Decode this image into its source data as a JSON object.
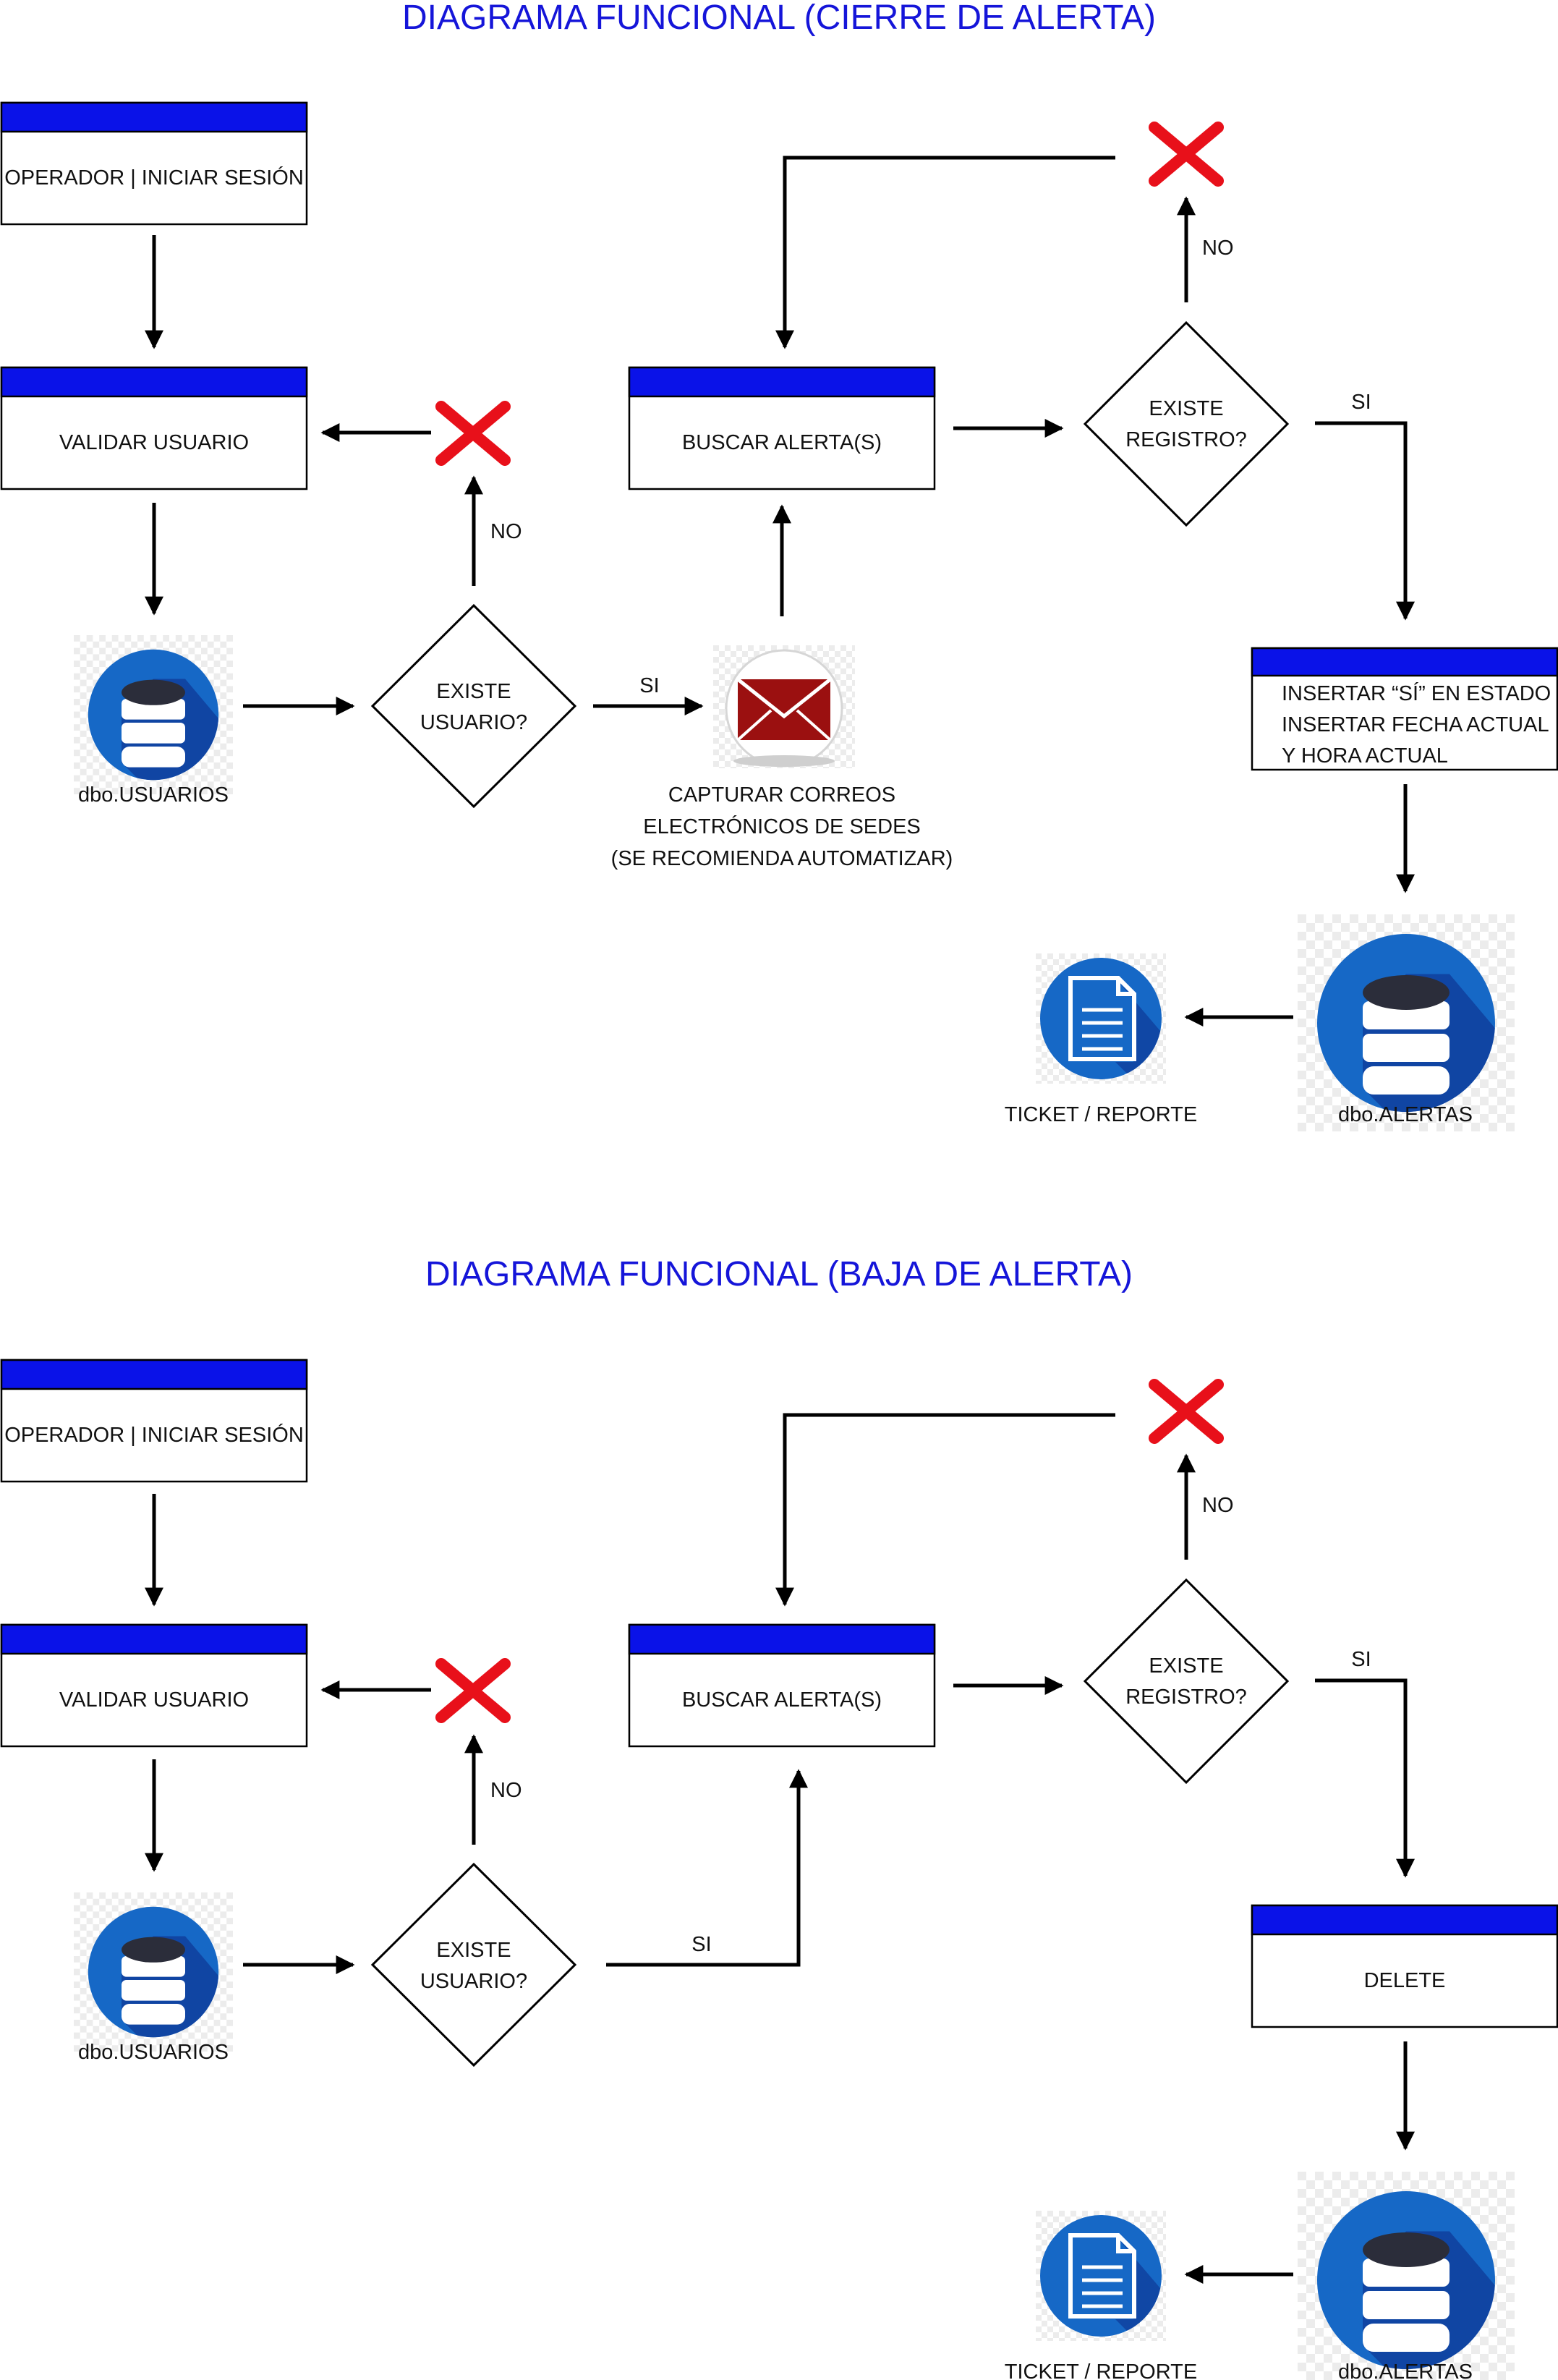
{
  "colors": {
    "title": "#1515d9",
    "box_bar": "#0a12e8",
    "x_mark": "#e8101a",
    "db_circle": "#1565c0",
    "db_shadow": "#0d3f9a",
    "mail": "#9b1010"
  },
  "d1": {
    "title": "DIAGRAMA FUNCIONAL (CIERRE DE ALERTA)",
    "login": "OPERADOR | INICIAR SESIÓN",
    "validate": "VALIDAR USUARIO",
    "db_users": "dbo.USUARIOS",
    "q_user_1": "EXISTE",
    "q_user_2": "USUARIO?",
    "no_user": "NO",
    "yes_user": "SI",
    "mail_1": "CAPTURAR CORREOS",
    "mail_2": "ELECTRÓNICOS DE SEDES",
    "mail_3": "(SE RECOMIENDA AUTOMATIZAR)",
    "search": "BUSCAR ALERTA(S)",
    "q_reg_1": "EXISTE",
    "q_reg_2": "REGISTRO?",
    "no_reg": "NO",
    "yes_reg": "SI",
    "insert_1": "INSERTAR “SÍ” EN ESTADO",
    "insert_2": "INSERTAR FECHA ACTUAL",
    "insert_3": "Y HORA ACTUAL",
    "db_alerts": "dbo.ALERTAS",
    "ticket": "TICKET / REPORTE"
  },
  "d2": {
    "title": "DIAGRAMA FUNCIONAL (BAJA DE ALERTA)",
    "login": "OPERADOR | INICIAR SESIÓN",
    "validate": "VALIDAR USUARIO",
    "db_users": "dbo.USUARIOS",
    "q_user_1": "EXISTE",
    "q_user_2": "USUARIO?",
    "no_user": "NO",
    "yes_user": "SI",
    "search": "BUSCAR ALERTA(S)",
    "q_reg_1": "EXISTE",
    "q_reg_2": "REGISTRO?",
    "no_reg": "NO",
    "yes_reg": "SI",
    "delete": "DELETE",
    "db_alerts": "dbo.ALERTAS",
    "ticket": "TICKET / REPORTE"
  },
  "icons": {
    "database": "database-icon",
    "mail": "envelope-icon",
    "document": "document-icon",
    "reject": "x-mark-icon"
  }
}
